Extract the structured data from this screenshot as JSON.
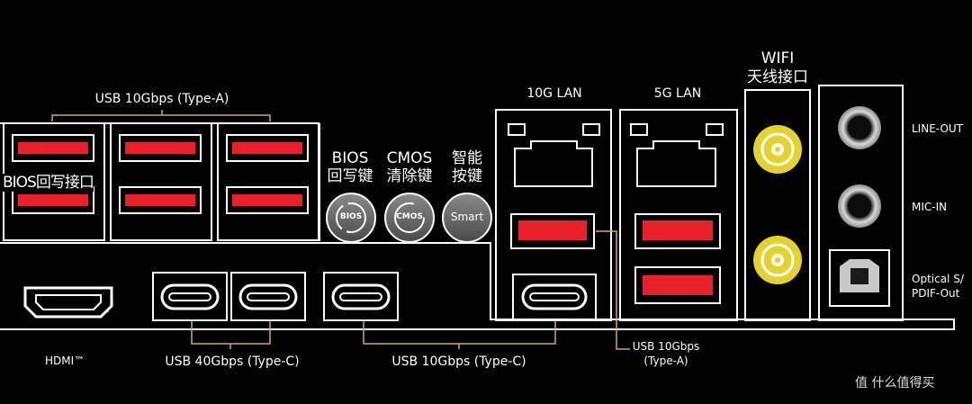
{
  "labels": {
    "usb_10g_a_top": "USB 10Gbps (Type-A)",
    "bios_flash_port": "BIOS回写接口",
    "bios_title": "BIOS",
    "bios_sub": "回写键",
    "cmos_title": "CMOS",
    "cmos_sub": "清除键",
    "smart_title": "智能",
    "smart_sub": "按键",
    "lan_10g": "10G LAN",
    "lan_5g": "5G LAN",
    "wifi_title": "WIFI",
    "wifi_sub": "天线接口",
    "line_out": "LINE-OUT",
    "mic_in": "MIC-IN",
    "optical_line1": "Optical S/",
    "optical_line2": "PDIF-Out",
    "hdmi": "HDMI™",
    "usb_40g_c": "USB 40Gbps (Type-C)",
    "usb_10g_c": "USB 10Gbps (Type-C)",
    "usb_10g_a_bottom_line1": "USB 10Gbps",
    "usb_10g_a_bottom_line2": "(Type-A)",
    "watermark": "值 什么值得买"
  },
  "buttons": {
    "bios": "BIOS",
    "cmos": "CMOS",
    "smart": "Smart"
  },
  "colors": {
    "background": "#000000",
    "outline": "#ffffff",
    "usb_red": "#e8202a",
    "callout_line": "#c7a97a",
    "antenna_gold": "#e6d22c",
    "button_gray": "#6b6b6b"
  }
}
